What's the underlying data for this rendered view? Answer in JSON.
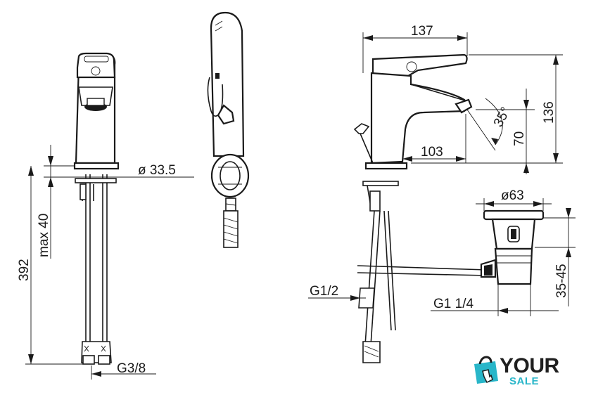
{
  "dimensions": {
    "diameter_outlet": "ø 33.5",
    "max_depth": "max 40",
    "total_height": "392",
    "hose_thread": "G3/8",
    "projection": "137",
    "height_total": "136",
    "spout_height": "70",
    "spout_reach": "103",
    "lever_angle": "35°",
    "waste_diameter": "ø63",
    "pullrod_thread": "G1/2",
    "waste_thread": "G1 1/4",
    "waste_range": "35-45"
  },
  "logo": {
    "word_top": "YOUR",
    "word_bottom": "SALE",
    "accent_color": "#29b6c9",
    "icon": "shopping-bag-icon"
  }
}
